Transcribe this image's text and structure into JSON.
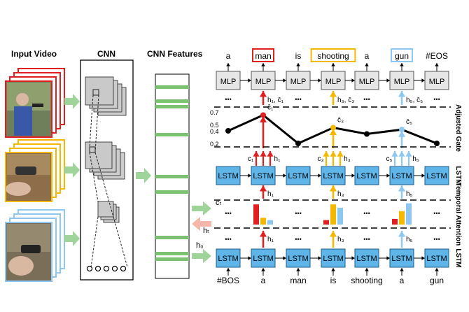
{
  "headers": {
    "input_video": "Input Video",
    "cnn": "CNN",
    "cnn_features": "CNN Features"
  },
  "block_labels": {
    "mlp": "MLP",
    "lstm": "LSTM",
    "ellipsis": "•••"
  },
  "output_words": [
    "a",
    "man",
    "is",
    "shooting",
    "a",
    "gun",
    "#EOS"
  ],
  "highlighted_output_words": [
    {
      "index": 1,
      "color": "#e02020"
    },
    {
      "index": 3,
      "color": "#f5b800"
    },
    {
      "index": 5,
      "color": "#8ec8f0"
    }
  ],
  "input_words": [
    "#BOS",
    "a",
    "man",
    "is",
    "shooting",
    "a",
    "gun"
  ],
  "mlp_annotations": [
    {
      "after_col": 1,
      "text": "h₁, c̄₁"
    },
    {
      "after_col": 3,
      "text": "h₃, c̄₃"
    },
    {
      "after_col": 5,
      "text": "h₅, c̄₅"
    }
  ],
  "gate_ticks": [
    "0.7",
    "0.5",
    "0.4",
    "0.2"
  ],
  "gate_values": [
    0.4,
    0.65,
    0.2,
    0.45,
    0.35,
    0.42,
    0.2
  ],
  "gate_cbar_labels": [
    "c̄₁",
    "c̄₃",
    "c̄₅"
  ],
  "lstm_top_inputs": [
    {
      "col": 1,
      "labels": [
        "c₁",
        "h₁"
      ],
      "color": "#e02020"
    },
    {
      "col": 3,
      "labels": [
        "c₃",
        "h₃"
      ],
      "color": "#f5b800"
    },
    {
      "col": 5,
      "labels": [
        "c₅",
        "h₅"
      ],
      "color": "#8ec8f0"
    }
  ],
  "h_labels_mid": [
    "h₁",
    "h₃",
    "h₅"
  ],
  "h_labels_low": [
    "h₁",
    "h₃",
    "h₅"
  ],
  "side_labels": {
    "ct": "cₜ",
    "ht": "hₜ",
    "h0": "h₀",
    "adjusted_gate": "Adjusted Gate",
    "lstm_top": "LSTM",
    "temporal_attention": "Temporal Attention",
    "lstm_bottom": "LSTM"
  },
  "attention_bars": [
    {
      "col": 1,
      "values": [
        0.9,
        0.3,
        0.2
      ],
      "colors": [
        "#e02020",
        "#f5b800",
        "#8ec8f0"
      ]
    },
    {
      "col": 3,
      "values": [
        0.2,
        0.9,
        0.75
      ],
      "colors": [
        "#e02020",
        "#f5b800",
        "#8ec8f0"
      ]
    },
    {
      "col": 5,
      "values": [
        0.25,
        0.6,
        0.95
      ],
      "colors": [
        "#e02020",
        "#f5b800",
        "#8ec8f0"
      ]
    }
  ],
  "colors": {
    "red": "#e02020",
    "yellow": "#f5b800",
    "blue": "#8ec8f0",
    "green_arrow": "#9fd49a",
    "pink_arrow": "#f2b7a8",
    "lstm_fill": "#5fb4e8",
    "mlp_fill": "#e6e6e6"
  }
}
